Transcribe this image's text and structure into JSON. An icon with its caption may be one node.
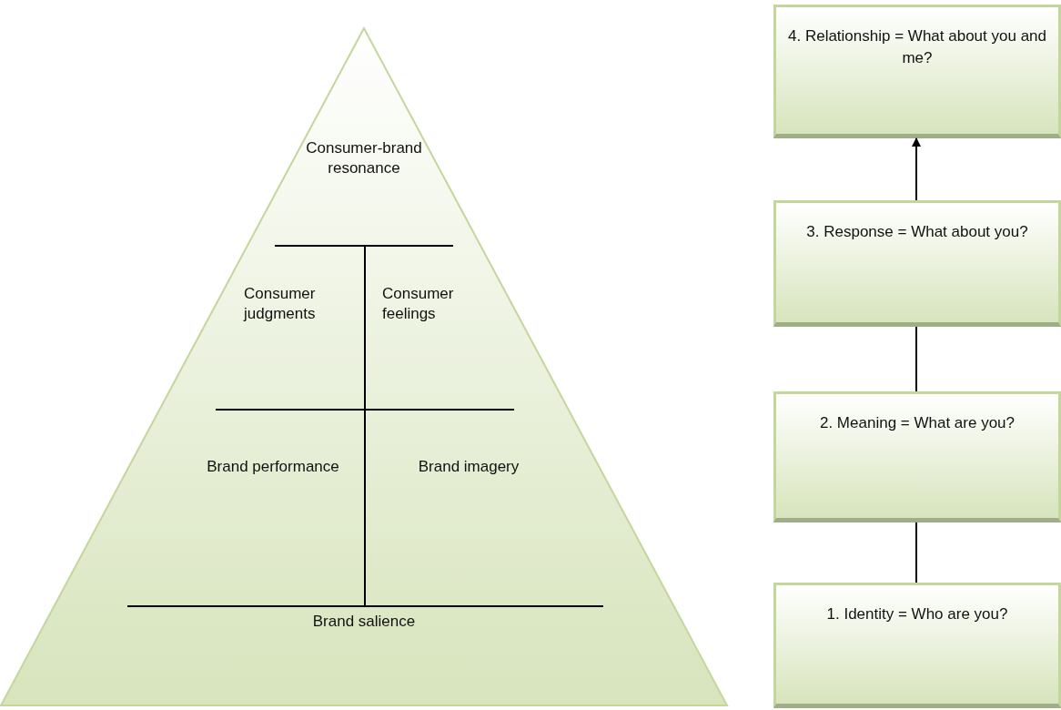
{
  "diagram": {
    "nodes": [
      {
        "text": [],
        "shape": "triangle"
      },
      {
        "text": [
          "Consumer-brand resonance"
        ],
        "in": 0
      },
      {
        "text": [
          "Consumer judgments"
        ],
        "in": 0
      },
      {
        "text": [
          "Consumer feelings"
        ],
        "in": 0
      },
      {
        "text": [
          "Brand performance"
        ],
        "in": 0
      },
      {
        "text": [
          "Brand imagery"
        ],
        "in": 0
      },
      {
        "text": [
          "Brand salience"
        ],
        "in": 0
      },
      {
        "text": [
          "4. Relationship = What about you and me?"
        ]
      },
      {
        "text": [
          "3. Response = What about you?"
        ]
      },
      {
        "text": [
          "2. Meaning = What are you?"
        ]
      },
      {
        "text": [
          "1. Identity = Who are you?"
        ]
      }
    ],
    "edges": [
      {
        "from": 8,
        "to": 7,
        "arrow": "to"
      },
      {
        "from": 9,
        "to": 8,
        "arrow": "none"
      },
      {
        "from": 10,
        "to": 9,
        "arrow": "none"
      }
    ]
  }
}
